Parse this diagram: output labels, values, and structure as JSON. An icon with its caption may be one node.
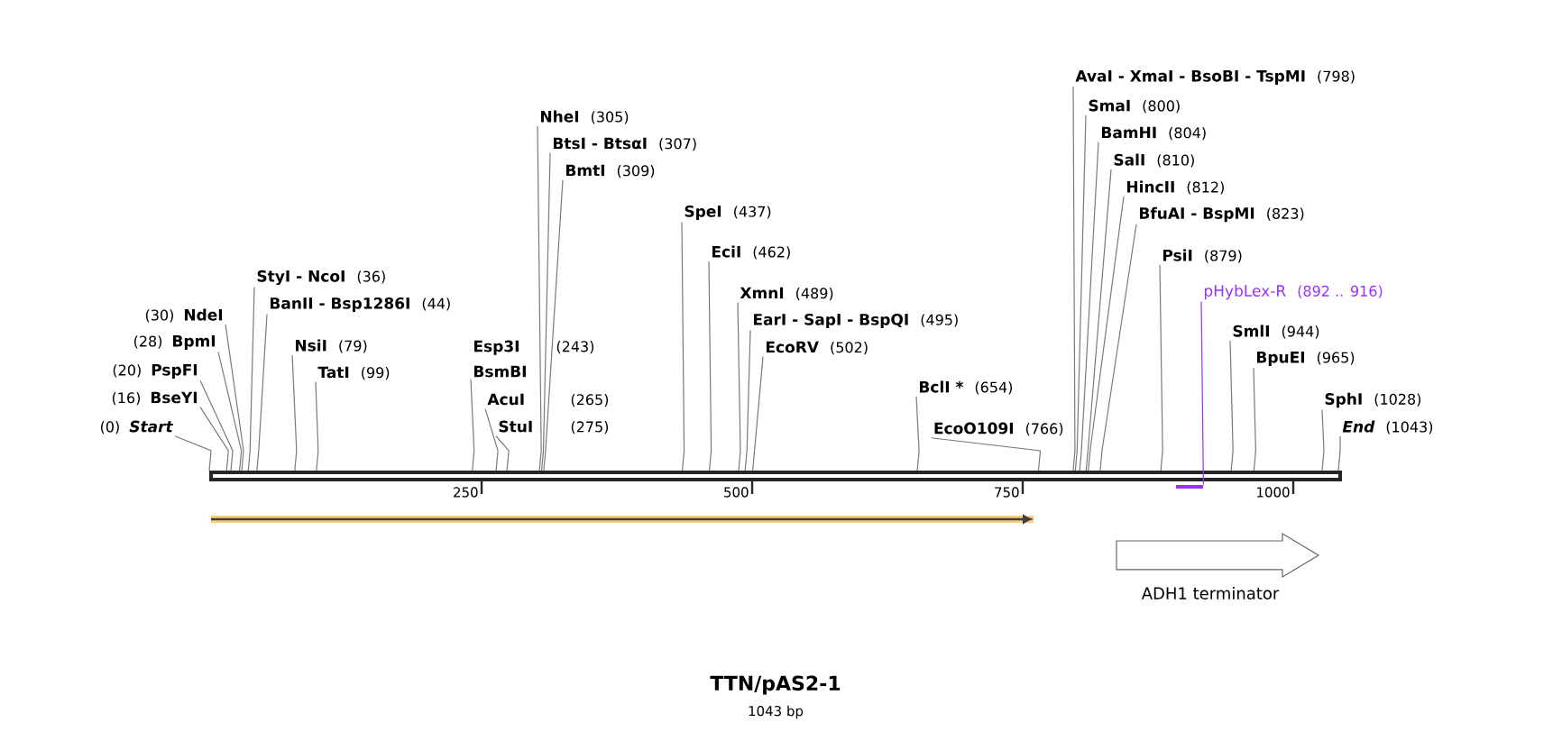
{
  "diagram": {
    "title": "TTN/pAS2-1",
    "caption": "1043 bp",
    "nodes": [
      {
        "text": [],
        "shape": "bar"
      },
      {
        "text": [
          "(0)",
          "Start"
        ]
      },
      {
        "text": [
          "(16)",
          "BseYI"
        ]
      },
      {
        "text": [
          "(20)",
          "PspFI"
        ]
      },
      {
        "text": [
          "(28)",
          "BpmI"
        ]
      },
      {
        "text": [
          "(30)",
          "NdeI"
        ]
      },
      {
        "text": [
          "StyI - NcoI",
          "(36)"
        ]
      },
      {
        "text": [
          "BanII - Bsp1286I",
          "(44)"
        ]
      },
      {
        "text": [
          "NsiI",
          "(79)"
        ]
      },
      {
        "text": [
          "TatI",
          "(99)"
        ]
      },
      {
        "text": [
          "Esp3I",
          "(243)",
          "BsmBI"
        ]
      },
      {
        "text": [
          "AcuI",
          "(265)"
        ]
      },
      {
        "text": [
          "StuI",
          "(275)"
        ]
      },
      {
        "text": [
          "NheI",
          "(305)"
        ]
      },
      {
        "text": [
          "BtsI - BtsαI",
          "(307)"
        ]
      },
      {
        "text": [
          "BmtI",
          "(309)"
        ]
      },
      {
        "text": [
          "SpeI",
          "(437)"
        ]
      },
      {
        "text": [
          "EciI",
          "(462)"
        ]
      },
      {
        "text": [
          "XmnI",
          "(489)"
        ]
      },
      {
        "text": [
          "EarI - SapI - BspQI",
          "(495)"
        ]
      },
      {
        "text": [
          "EcoRV",
          "(502)"
        ]
      },
      {
        "text": [
          "BclI *",
          "(654)"
        ]
      },
      {
        "text": [
          "EcoO109I",
          "(766)"
        ]
      },
      {
        "text": [
          "AvaI - XmaI - BsoBI - TspMI",
          "(798)"
        ]
      },
      {
        "text": [
          "SmaI",
          "(800)"
        ]
      },
      {
        "text": [
          "BamHI",
          "(804)"
        ]
      },
      {
        "text": [
          "SalI",
          "(810)"
        ]
      },
      {
        "text": [
          "HincII",
          "(812)"
        ]
      },
      {
        "text": [
          "BfuAI - BspMI",
          "(823)"
        ]
      },
      {
        "text": [
          "PsiI",
          "(879)"
        ]
      },
      {
        "text": [
          "pHybLex-R",
          "(892 .. 916)"
        ]
      },
      {
        "text": [],
        "shape": "bar"
      },
      {
        "text": [
          "SmlI",
          "(944)"
        ]
      },
      {
        "text": [
          "BpuEI",
          "(965)"
        ]
      },
      {
        "text": [
          "SphI",
          "(1028)"
        ]
      },
      {
        "text": [
          "End",
          "(1043)"
        ]
      },
      {
        "text": [
          "ADH1 terminator"
        ]
      }
    ],
    "edges": [
      {
        "from": 1,
        "to": 0,
        "arrow": "none"
      },
      {
        "from": 2,
        "to": 0,
        "arrow": "none"
      },
      {
        "from": 3,
        "to": 0,
        "arrow": "none"
      },
      {
        "from": 4,
        "to": 0,
        "arrow": "none"
      },
      {
        "from": 5,
        "to": 0,
        "arrow": "none"
      },
      {
        "from": 6,
        "to": 0,
        "arrow": "none"
      },
      {
        "from": 7,
        "to": 0,
        "arrow": "none"
      },
      {
        "from": 8,
        "to": 0,
        "arrow": "none"
      },
      {
        "from": 9,
        "to": 0,
        "arrow": "none"
      },
      {
        "from": 10,
        "to": 0,
        "arrow": "none"
      },
      {
        "from": 11,
        "to": 0,
        "arrow": "none"
      },
      {
        "from": 12,
        "to": 0,
        "arrow": "none"
      },
      {
        "from": 13,
        "to": 0,
        "arrow": "none"
      },
      {
        "from": 14,
        "to": 0,
        "arrow": "none"
      },
      {
        "from": 15,
        "to": 0,
        "arrow": "none"
      },
      {
        "from": 16,
        "to": 0,
        "arrow": "none"
      },
      {
        "from": 17,
        "to": 0,
        "arrow": "none"
      },
      {
        "from": 18,
        "to": 0,
        "arrow": "none"
      },
      {
        "from": 19,
        "to": 0,
        "arrow": "none"
      },
      {
        "from": 20,
        "to": 0,
        "arrow": "none"
      },
      {
        "from": 21,
        "to": 0,
        "arrow": "none"
      },
      {
        "from": 22,
        "to": 0,
        "arrow": "none"
      },
      {
        "from": 23,
        "to": 0,
        "arrow": "none"
      },
      {
        "from": 24,
        "to": 0,
        "arrow": "none"
      },
      {
        "from": 25,
        "to": 0,
        "arrow": "none"
      },
      {
        "from": 26,
        "to": 0,
        "arrow": "none"
      },
      {
        "from": 27,
        "to": 0,
        "arrow": "none"
      },
      {
        "from": 28,
        "to": 0,
        "arrow": "none"
      },
      {
        "from": 29,
        "to": 0,
        "arrow": "none"
      },
      {
        "from": 30,
        "to": 31,
        "arrow": "none",
        "color": "#9b30ff"
      },
      {
        "from": 32,
        "to": 0,
        "arrow": "none"
      },
      {
        "from": 33,
        "to": 0,
        "arrow": "none"
      },
      {
        "from": 34,
        "to": 0,
        "arrow": "none"
      },
      {
        "from": 35,
        "to": 0,
        "arrow": "none"
      }
    ],
    "labels": [
      "250",
      "500",
      "750",
      "1000"
    ]
  }
}
